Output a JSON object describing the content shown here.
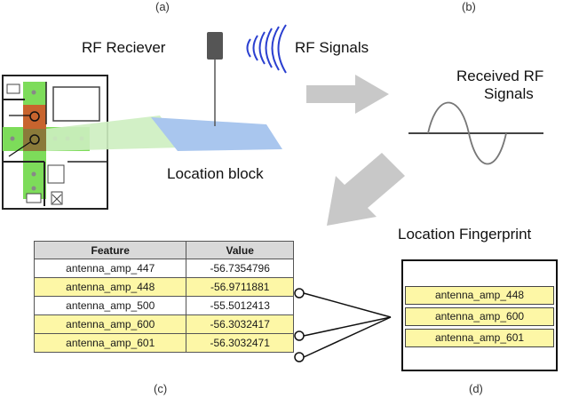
{
  "panels": {
    "a": "(a)",
    "b": "(b)",
    "c": "(c)",
    "d": "(d)"
  },
  "labels": {
    "rf_receiver": "RF Reciever",
    "rf_signals": "RF Signals",
    "received_line1": "Received RF",
    "received_line2": "Signals",
    "location_block": "Location block",
    "location_fingerprint": "Location Fingerprint"
  },
  "table": {
    "headers": [
      "Feature",
      "Value"
    ],
    "rows": [
      {
        "feature": "antenna_amp_447",
        "value": "-56.7354796",
        "highlight": false
      },
      {
        "feature": "antenna_amp_448",
        "value": "-56.9711881",
        "highlight": true
      },
      {
        "feature": "antenna_amp_500",
        "value": "-55.5012413",
        "highlight": false
      },
      {
        "feature": "antenna_amp_600",
        "value": "-56.3032417",
        "highlight": true
      },
      {
        "feature": "antenna_amp_601",
        "value": "-56.3032471",
        "highlight": true
      }
    ]
  },
  "fingerprint": {
    "items": [
      "antenna_amp_448",
      "antenna_amp_600",
      "antenna_amp_601"
    ]
  },
  "colors": {
    "highlight": "#fdf7a6",
    "header_bg": "#d9d9d9",
    "arrow": "#c8c8c8",
    "floor_green": "#7ddc5a",
    "floor_red": "#c8642e",
    "block_blue": "#a9c6ee",
    "signal_wave": "#2a3fd0"
  }
}
